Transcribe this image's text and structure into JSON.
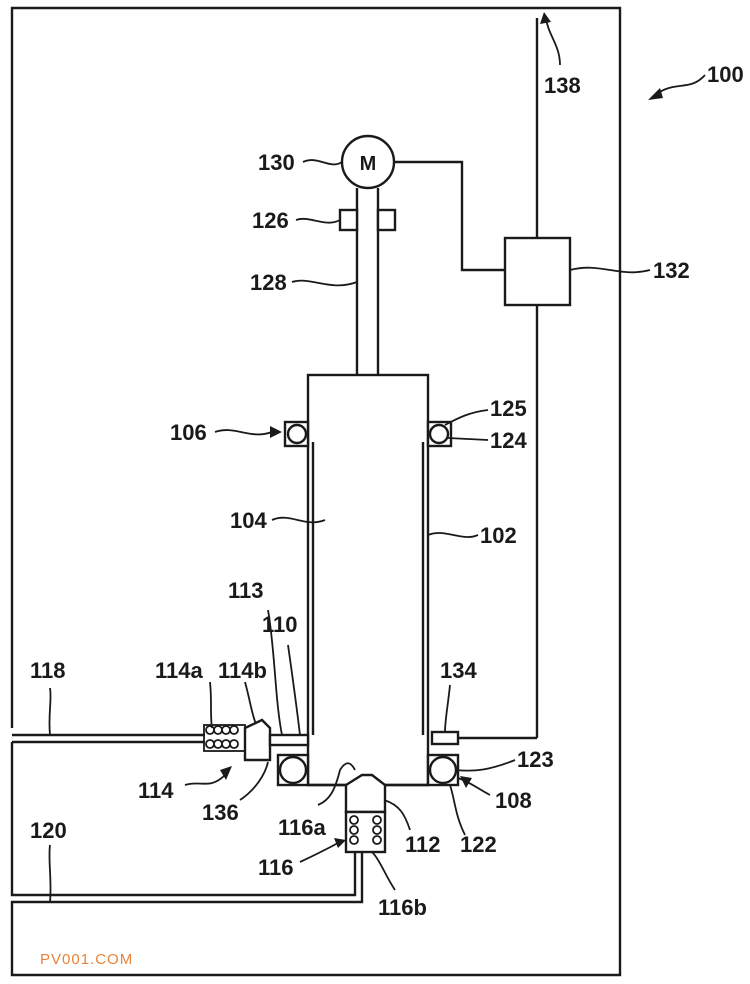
{
  "motor": {
    "letter": "M"
  },
  "labels": {
    "l100": "100",
    "l102": "102",
    "l104": "104",
    "l106": "106",
    "l108": "108",
    "l110": "110",
    "l112": "112",
    "l113": "113",
    "l114": "114",
    "l114a": "114a",
    "l114b": "114b",
    "l116": "116",
    "l116a": "116a",
    "l116b": "116b",
    "l118": "118",
    "l120": "120",
    "l122": "122",
    "l123": "123",
    "l124": "124",
    "l125": "125",
    "l126": "126",
    "l128": "128",
    "l130": "130",
    "l132": "132",
    "l134": "134",
    "l136": "136",
    "l138": "138"
  },
  "watermark": {
    "text": "PV001.COM",
    "color": "#e8833a"
  }
}
